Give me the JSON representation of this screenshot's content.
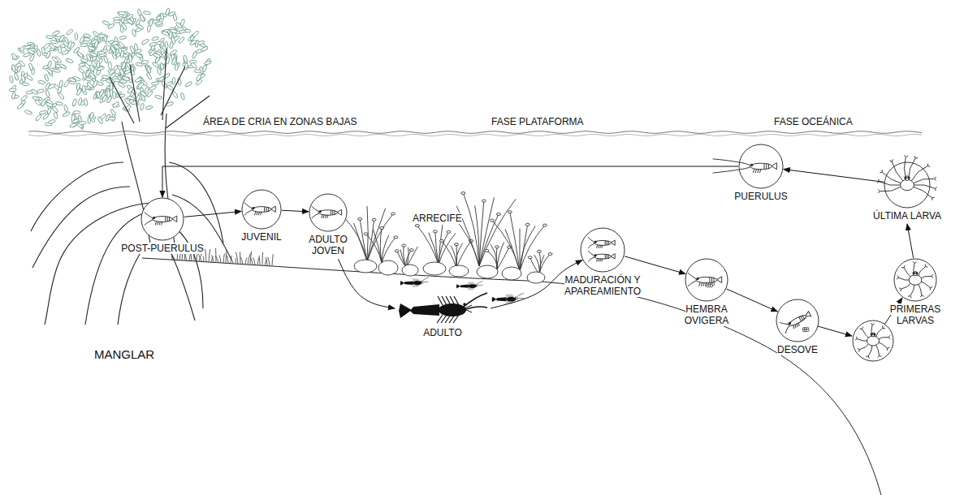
{
  "diagram": {
    "nodes": [
      {
        "text": [
          "POST-PUERULUS"
        ]
      },
      {
        "text": [
          "JUVENIL"
        ]
      },
      {
        "text": [
          "ADULTO JOVEN"
        ]
      },
      {
        "text": [
          "ADULTO"
        ]
      },
      {
        "text": [
          "MADURACIÓN Y APAREAMIENTO"
        ]
      },
      {
        "text": [
          "HEMBRA OVIGERA"
        ]
      },
      {
        "text": [
          "DESOVE"
        ]
      },
      {
        "text": [
          "PRIMERAS LARVAS"
        ]
      },
      {
        "text": [
          "ÚLTIMA LARVA"
        ]
      },
      {
        "text": [
          "PUERULUS"
        ]
      }
    ],
    "edges": [
      {
        "from": 0,
        "to": 1,
        "arrow": "to"
      },
      {
        "from": 1,
        "to": 2,
        "arrow": "to"
      },
      {
        "from": 2,
        "to": 3,
        "arrow": "to"
      },
      {
        "from": 3,
        "to": 4,
        "arrow": "to"
      },
      {
        "from": 4,
        "to": 5,
        "arrow": "to"
      },
      {
        "from": 5,
        "to": 6,
        "arrow": "to"
      },
      {
        "from": 7,
        "to": 8,
        "arrow": "to"
      },
      {
        "from": 8,
        "to": 9,
        "arrow": "to"
      },
      {
        "from": 9,
        "to": 0,
        "arrow": "to"
      }
    ],
    "labels": [
      "ÁREA DE CRIA EN ZONAS BAJAS",
      "FASE PLATAFORMA",
      "FASE OCEÁNICA",
      "ARRECIFE",
      "MANGLAR"
    ]
  }
}
